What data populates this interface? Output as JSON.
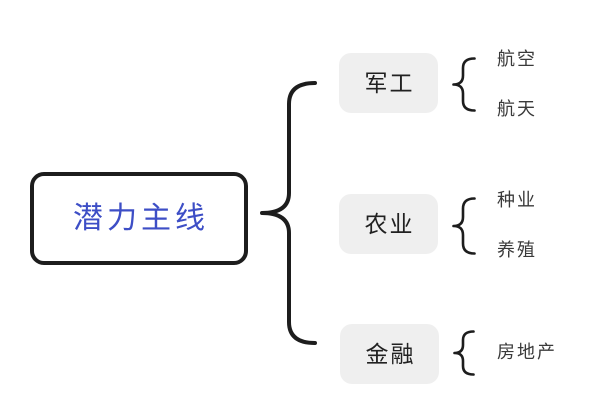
{
  "diagram": {
    "root": {
      "label": "潜力主线"
    },
    "branches": [
      {
        "label": "军工",
        "children": [
          "航空",
          "航天"
        ]
      },
      {
        "label": "农业",
        "children": [
          "种业",
          "养殖"
        ]
      },
      {
        "label": "金融",
        "children": [
          "房地产"
        ]
      }
    ],
    "colors": {
      "background": "#ffffff",
      "outline": "#1d1d1d",
      "root_text": "#3d4ec6",
      "branch_bg": "#efefef",
      "branch_text": "#212121",
      "child_text": "#3a3a3a"
    }
  }
}
